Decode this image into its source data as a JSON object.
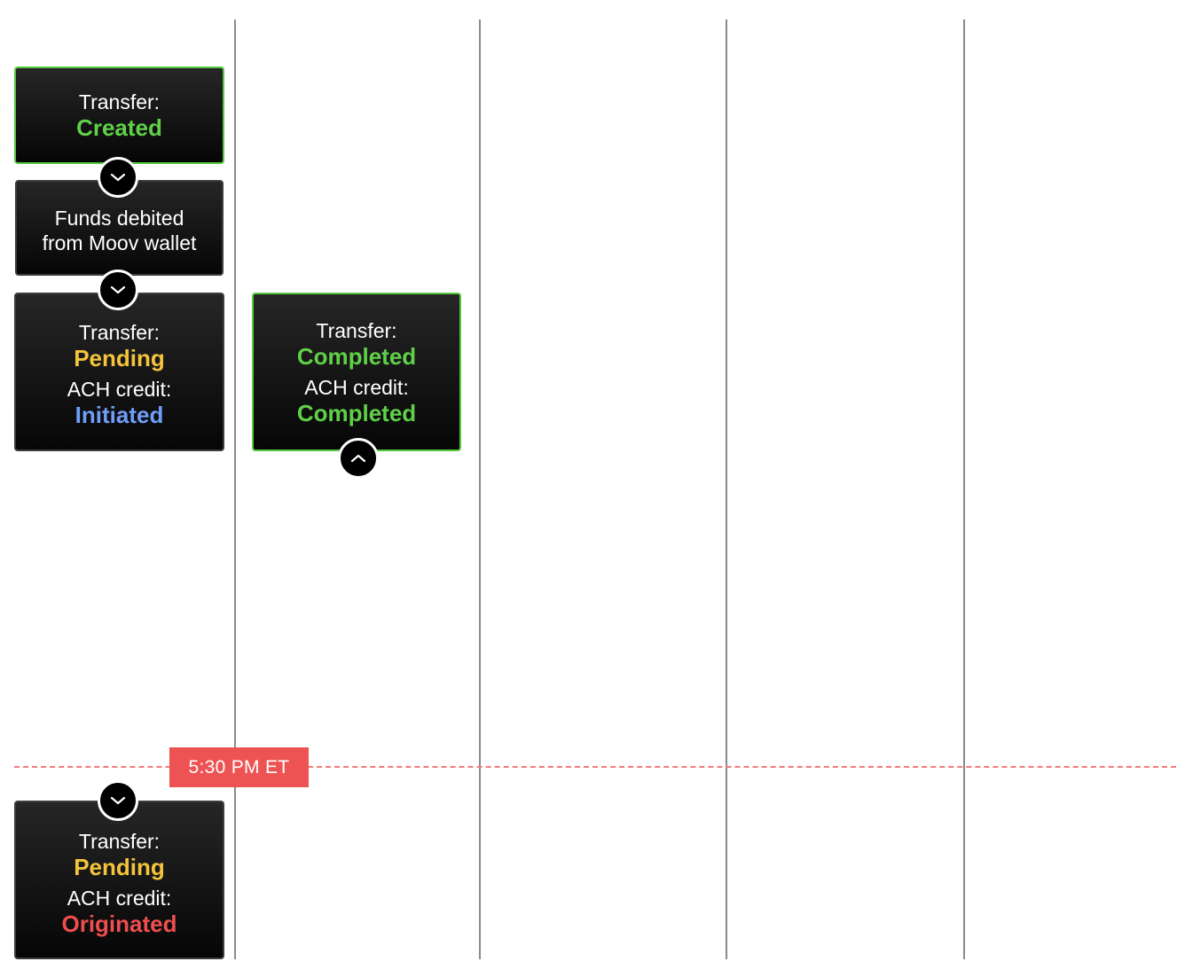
{
  "columns": 5,
  "cutoff": {
    "label": "5:30 PM ET",
    "color": "#ee5353"
  },
  "cards": {
    "created": {
      "label": "Transfer:",
      "status": "Created",
      "status_color": "#5fd048"
    },
    "debited": {
      "line1": "Funds debited",
      "line2": "from Moov wallet"
    },
    "pending_initiated": {
      "transfer_label": "Transfer:",
      "transfer_status": "Pending",
      "ach_label": "ACH credit:",
      "ach_status": "Initiated"
    },
    "completed": {
      "transfer_label": "Transfer:",
      "transfer_status": "Completed",
      "ach_label": "ACH credit:",
      "ach_status": "Completed"
    },
    "pending_originated": {
      "transfer_label": "Transfer:",
      "transfer_status": "Pending",
      "ach_label": "ACH credit:",
      "ach_status": "Originated"
    }
  },
  "colors": {
    "completed_green": "#5fd048",
    "pending_yellow": "#f3c43b",
    "initiated_blue": "#6f9ef7",
    "originated_red": "#ef4e4e",
    "cutoff_red": "#ee5353"
  },
  "icons": [
    "chevron-down-icon",
    "chevron-up-icon"
  ]
}
